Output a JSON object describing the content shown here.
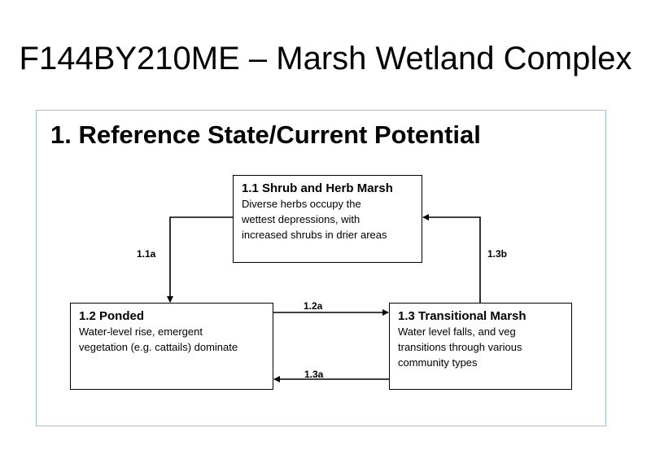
{
  "title": "F144BY210ME – Marsh Wetland Complex",
  "state": {
    "title": "1. Reference State/Current Potential"
  },
  "communities": {
    "c11": {
      "title": "1.1 Shrub and Herb Marsh",
      "lines": [
        "Diverse herbs occupy the",
        "wettest depressions, with",
        "increased shrubs in drier areas"
      ]
    },
    "c12": {
      "title": "1.2 Ponded",
      "lines": [
        "Water-level rise, emergent",
        "vegetation (e.g. cattails) dominate"
      ]
    },
    "c13": {
      "title": "1.3 Transitional Marsh",
      "lines": [
        "Water level falls, and veg",
        "transitions through various",
        "community types"
      ]
    }
  },
  "transitions": {
    "t11a": "1.1a",
    "t12a": "1.2a",
    "t13a": "1.3a",
    "t13b": "1.3b"
  },
  "colors": {
    "frame_border": "#9cc3dc",
    "line": "#000000"
  }
}
